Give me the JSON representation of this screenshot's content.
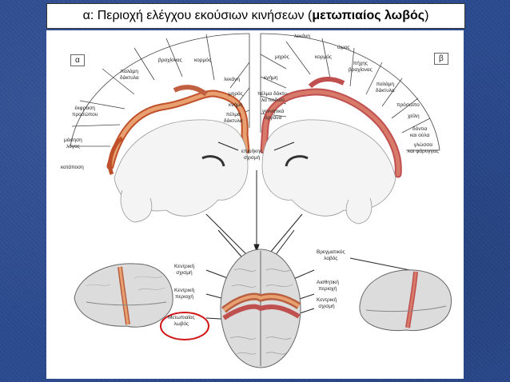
{
  "title": {
    "prefix": "α: Περιοχή ελέγχου εκούσιων κινήσεων (",
    "strong": "μετωπιαίος λωβός",
    "suffix": ")"
  },
  "panels": {
    "left": "α",
    "right": "β"
  },
  "left_labels": [
    "παλάμη\nδάκτυλα",
    "βραχίονας",
    "κορμός",
    "λεκάνη",
    "μηρός",
    "κνήμη",
    "πέλμα\nδάκτυλα",
    "έκφραση\nπροσώπου",
    "μάσηση\nλόγος",
    "κατάποση"
  ],
  "right_labels": [
    "λεκάνη",
    "μηρός",
    "κορμός",
    "ώμος",
    "πήχης\nβραχίονας",
    "κνήμη",
    "πέλμα δάκτυ-\nλα ποδιού",
    "γεννητικά\nόργανα",
    "παλάμη\nδάκτυλα",
    "πρόσωπο",
    "χείλη",
    "δόντια\nκαι ούλα",
    "γλώσσα\nκαι φάρυγγας"
  ],
  "center_labels": {
    "fissure": "επιμήκης\nσχισμή",
    "central_sulcus": "Κεντρική\nσχισμή",
    "central_area": "Κεντρική\nπεριοχή",
    "frontal_lobe": "Μετωπιαίος\nλωβός",
    "parietal_lobe": "Βρεγματικός\nλοβός",
    "sensory_area": "Αισθητική\nπεριοχή",
    "central_sulcus_right": "Κεντρική\nσχισμή"
  },
  "colors": {
    "background": "#2a4a8f",
    "motor_band": "#e8a070",
    "sensory_band": "#d87a6a",
    "highlight_ring": "#d01818"
  }
}
